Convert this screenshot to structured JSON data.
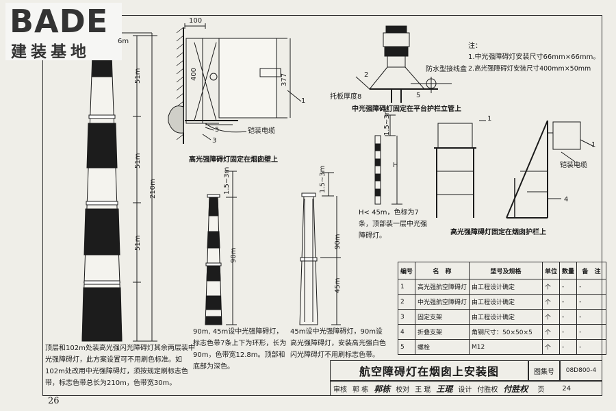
{
  "logo": {
    "main": "BADE",
    "sub": "建装基地"
  },
  "page_number": "26",
  "chimney_main": {
    "dims": {
      "top": "6m",
      "seg1": "51m",
      "seg2": "51m",
      "seg3": "51m",
      "total": "210m"
    },
    "note": "顶层和102m处装高光强闪光障碍灯其余两层装中光强障碍灯，此方案设置可不用刷色标准。如102m处改用中光强障碍灯，须按规定刷标志色带，标志色带总长为210m，色带宽30m。"
  },
  "detail_high": {
    "dims": {
      "w": "100",
      "h1": "400",
      "h2": "377"
    },
    "callouts": [
      "1",
      "3",
      "5"
    ],
    "cable": "铠装电缆",
    "caption": "高光强障碍灯固定在烟囱壁上"
  },
  "chimney_90": {
    "dim_top": "1.5~3m",
    "dim_h": "90m",
    "note": "90m, 45m设中光强障碍灯，标志色带7条上下为环形，长为90m，色带宽12.8m。顶部和底部为深色。"
  },
  "chimney_45": {
    "dim_top": "1.5~3m",
    "dim_h1": "90m",
    "dim_h2": "45m",
    "note": "45m设中光强障碍灯，90m设高光强障碍灯，安装高光强白色闪光障碍灯不用刷标志色带。"
  },
  "detail_mid": {
    "callouts": [
      "2",
      "5"
    ],
    "plate": "托板厚度8",
    "box": "防水型接线盒",
    "caption": "中光强障碍灯固定在平台护栏立管上"
  },
  "pole": {
    "dim_top": "1.5~3m",
    "dim_h": "H",
    "note": "H< 45m，色标为7条，顶部装一层中光强障碍灯。"
  },
  "detail_rail": {
    "callouts": [
      "1",
      "1",
      "4"
    ],
    "cable": "铠装电缆",
    "caption": "高光强障碍灯固定在烟囱护栏上"
  },
  "notes": {
    "title": "注：",
    "items": [
      "1.中光强障碍灯安装尺寸66mm×66mm。",
      "2.高光强障碍灯安装尺寸400mm×50mm"
    ]
  },
  "parts_table": {
    "headers": [
      "编号",
      "名　称",
      "型号及规格",
      "单位",
      "数量",
      "备　注"
    ],
    "rows": [
      [
        "1",
        "高光强航空障碍灯",
        "由工程设计确定",
        "个",
        "-",
        "-"
      ],
      [
        "2",
        "中光强航空障碍灯",
        "由工程设计确定",
        "个",
        "-",
        "-"
      ],
      [
        "3",
        "固定支架",
        "由工程设计确定",
        "个",
        "-",
        "-"
      ],
      [
        "4",
        "折叠支架",
        "角钢尺寸：50×50×5",
        "个",
        "-",
        "-"
      ],
      [
        "5",
        "螺栓",
        "M12",
        "个",
        "-",
        "-"
      ]
    ]
  },
  "title_block": {
    "title": "航空障碍灯在烟囱上安装图",
    "atlas_label": "图集号",
    "atlas_no": "08D800-4",
    "review": "审核",
    "reviewer": "郭 栋",
    "reviewer_sig": "郭栋",
    "check": "校对",
    "checker": "王 琨",
    "checker_sig": "王琨",
    "design": "设计",
    "designer": "付胜权",
    "designer_sig": "付胜权",
    "page_label": "页",
    "page": "24"
  }
}
